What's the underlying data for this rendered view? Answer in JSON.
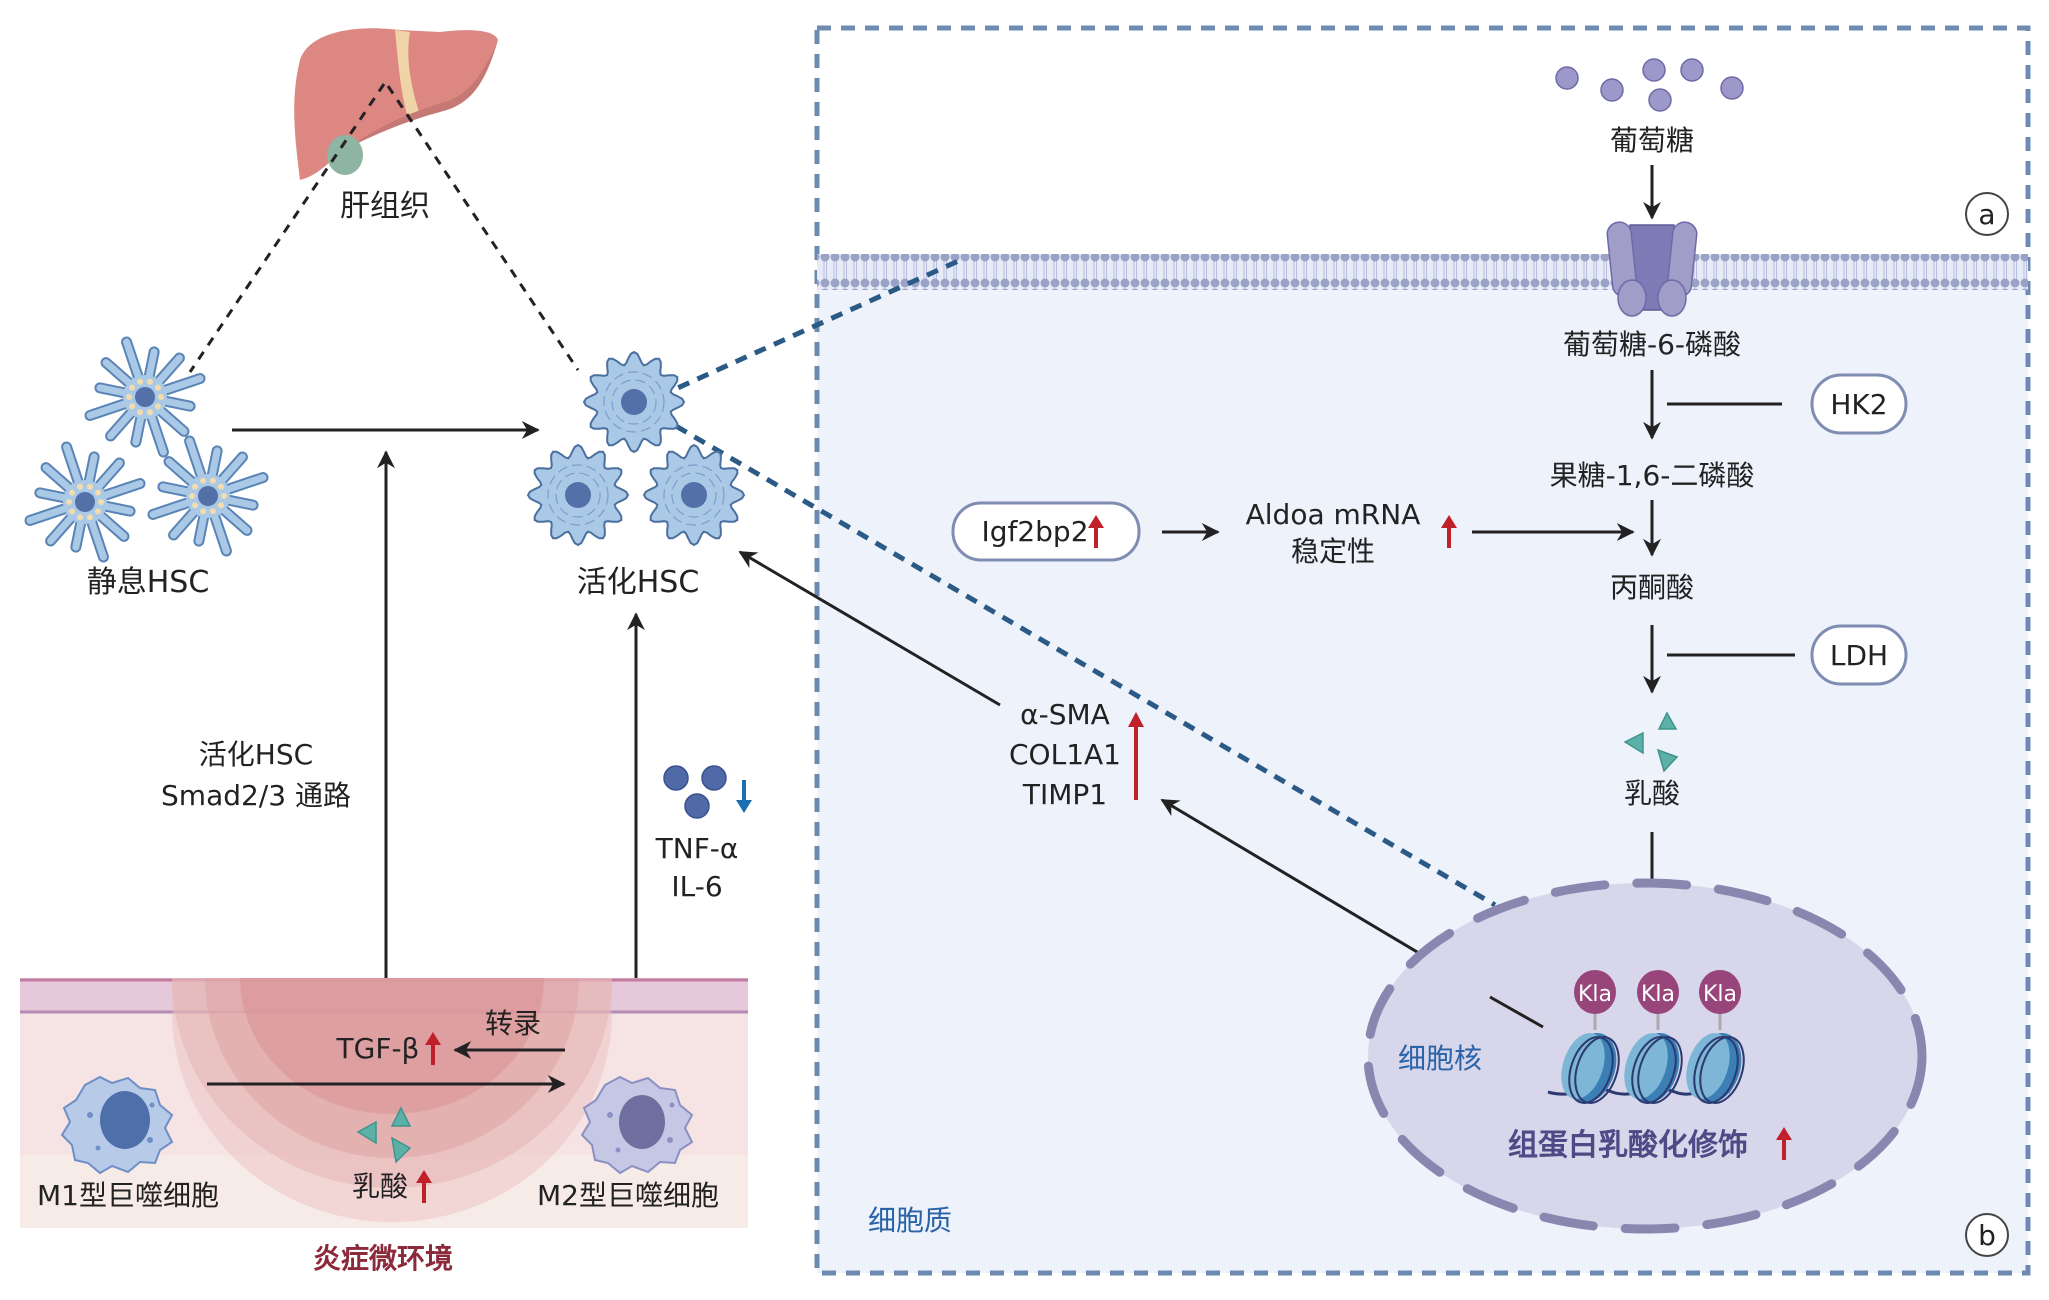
{
  "title": "Lactate and histone lactylation in HSC activation",
  "left_panel": {
    "liver": {
      "label": "肝组织",
      "icon": "liver-icon"
    },
    "quiescent_hsc": {
      "label": "静息HSC",
      "icon": "quiescent-hsc-icon"
    },
    "activated_hsc": {
      "label": "活化HSC",
      "icon": "activated-hsc-icon"
    },
    "smad_pathway": {
      "line1": "活化HSC",
      "line2": "Smad2/3 通路"
    },
    "cytokines": {
      "line1": "TNF-α",
      "line2": "IL-6",
      "trend": "down"
    },
    "microenvironment": {
      "caption": "炎症微环境",
      "m1_label": "M1型巨噬细胞",
      "m2_label": "M2型巨噬细胞",
      "tgf_label": "TGF-β",
      "tgf_trend": "up",
      "transcription_label": "转录",
      "lactate_label": "乳酸",
      "lactate_trend": "up"
    }
  },
  "right_panel": {
    "panel_a_marker": "a",
    "panel_b_marker": "b",
    "cytoplasm_label": "细胞质",
    "nucleus_label": "细胞核",
    "glycolysis": {
      "glucose": "葡萄糖",
      "g6p": "葡萄糖-6-磷酸",
      "f16bp": "果糖-1,6-二磷酸",
      "pyruvate": "丙酮酸",
      "lactate": "乳酸"
    },
    "enzymes": {
      "hk2": "HK2",
      "ldh": "LDH"
    },
    "regulator": {
      "igf2bp2": "Igf2bp2",
      "igf2bp2_trend": "up",
      "aldoa_line1": "Aldoa mRNA",
      "aldoa_line2": "稳定性",
      "aldoa_trend": "up"
    },
    "fibrosis_genes": {
      "items": [
        "α-SMA",
        "COL1A1",
        "TIMP1"
      ],
      "trend": "up"
    },
    "histone": {
      "marks": [
        "Kla",
        "Kla",
        "Kla"
      ],
      "label": "组蛋白乳酸化修饰",
      "trend": "up"
    }
  },
  "colors": {
    "up_arrow": "#c0202a",
    "down_arrow": "#1a6fb0",
    "dashed_box": "#6d8bb0",
    "cytoplasm_bg": "#edf2fb",
    "nucleus_bg": "#d8d6ea",
    "kla": "#97457a",
    "lactate_triangle": "#5bb0a8",
    "caption_red": "#8a2a3a",
    "label_blue": "#2a63a8"
  }
}
